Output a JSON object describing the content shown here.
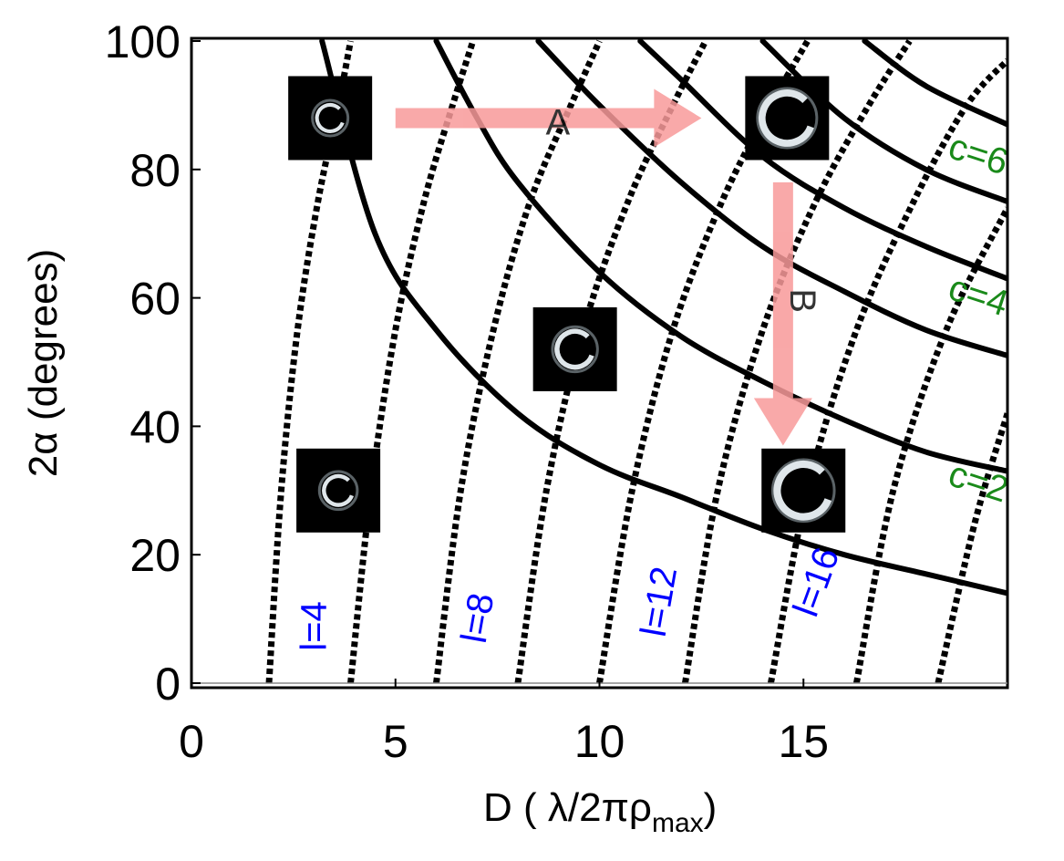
{
  "chart_data": {
    "type": "line",
    "xlabel": "D  ( λ/2πρ",
    "xlabel_sub": "max",
    "xlabel_close": ")",
    "ylabel": "2α (degrees)",
    "xlim": [
      0,
      20
    ],
    "ylim": [
      0,
      100
    ],
    "x_ticks": [
      0,
      5,
      10,
      15
    ],
    "y_ticks": [
      0,
      20,
      40,
      60,
      80,
      100
    ],
    "grid": false,
    "solid_series": [
      {
        "points": [
          [
            3.2,
            100
          ],
          [
            4.5,
            70
          ],
          [
            6,
            55
          ],
          [
            8,
            42
          ],
          [
            10,
            34
          ],
          [
            12,
            29
          ],
          [
            14,
            24
          ],
          [
            16,
            20
          ],
          [
            18,
            17
          ],
          [
            20,
            14
          ]
        ]
      },
      {
        "points": [
          [
            6,
            100
          ],
          [
            7,
            88
          ],
          [
            8,
            78
          ],
          [
            10,
            64
          ],
          [
            12,
            54
          ],
          [
            14,
            47
          ],
          [
            16,
            41
          ],
          [
            18,
            36
          ],
          [
            20,
            33
          ]
        ]
      },
      {
        "points": [
          [
            8.5,
            100
          ],
          [
            10,
            90
          ],
          [
            12,
            78
          ],
          [
            14,
            68
          ],
          [
            16,
            61
          ],
          [
            18,
            55
          ],
          [
            20,
            51
          ]
        ]
      },
      {
        "points": [
          [
            11,
            100
          ],
          [
            12,
            94
          ],
          [
            14,
            82
          ],
          [
            16,
            74
          ],
          [
            18,
            68
          ],
          [
            20,
            63
          ]
        ]
      },
      {
        "points": [
          [
            14,
            100
          ],
          [
            16,
            88
          ],
          [
            18,
            80
          ],
          [
            20,
            75
          ]
        ]
      },
      {
        "points": [
          [
            16.5,
            100
          ],
          [
            18,
            93
          ],
          [
            20,
            87
          ]
        ]
      }
    ],
    "dotted_series": [
      {
        "points": [
          [
            1.9,
            0
          ],
          [
            2.2,
            30
          ],
          [
            2.6,
            55
          ],
          [
            3.1,
            75
          ],
          [
            3.6,
            90
          ],
          [
            3.9,
            100
          ]
        ]
      },
      {
        "points": [
          [
            3.9,
            0
          ],
          [
            4.4,
            30
          ],
          [
            5.0,
            55
          ],
          [
            5.7,
            75
          ],
          [
            6.4,
            90
          ],
          [
            6.9,
            100
          ]
        ]
      },
      {
        "points": [
          [
            6.0,
            0
          ],
          [
            6.6,
            30
          ],
          [
            7.4,
            55
          ],
          [
            8.3,
            75
          ],
          [
            9.3,
            90
          ],
          [
            10.0,
            100
          ]
        ]
      },
      {
        "points": [
          [
            8.0,
            0
          ],
          [
            8.7,
            30
          ],
          [
            9.6,
            55
          ],
          [
            10.7,
            75
          ],
          [
            11.8,
            90
          ],
          [
            12.6,
            100
          ]
        ]
      },
      {
        "points": [
          [
            10.0,
            0
          ],
          [
            10.8,
            30
          ],
          [
            11.8,
            55
          ],
          [
            13.0,
            75
          ],
          [
            14.2,
            90
          ],
          [
            15.1,
            100
          ]
        ]
      },
      {
        "points": [
          [
            12.1,
            0
          ],
          [
            12.9,
            30
          ],
          [
            14.0,
            55
          ],
          [
            15.3,
            75
          ],
          [
            16.6,
            90
          ],
          [
            17.6,
            100
          ]
        ]
      },
      {
        "points": [
          [
            14.2,
            0
          ],
          [
            15.1,
            30
          ],
          [
            16.3,
            55
          ],
          [
            17.7,
            75
          ],
          [
            19.0,
            90
          ],
          [
            20,
            97
          ]
        ]
      },
      {
        "points": [
          [
            16.3,
            0
          ],
          [
            17.2,
            30
          ],
          [
            18.5,
            55
          ],
          [
            20,
            74
          ]
        ]
      },
      {
        "points": [
          [
            18.3,
            0
          ],
          [
            19.2,
            25
          ],
          [
            20,
            42
          ]
        ]
      }
    ],
    "l_labels": [
      {
        "text": "l=4",
        "x": 3.3,
        "y": 5,
        "rotation": -90
      },
      {
        "text": "l=8",
        "x": 7.2,
        "y": 6,
        "rotation": -80
      },
      {
        "text": "l=12",
        "x": 11.6,
        "y": 7,
        "rotation": -80
      },
      {
        "text": "l=16",
        "x": 15.3,
        "y": 10,
        "rotation": -70
      }
    ],
    "c_labels": [
      {
        "text": "c=2",
        "x": 18.5,
        "y": 31,
        "rotation": 18
      },
      {
        "text": "c=4",
        "x": 18.5,
        "y": 60,
        "rotation": 18
      },
      {
        "text": "c=6",
        "x": 18.5,
        "y": 82,
        "rotation": 18
      }
    ],
    "arrows": [
      {
        "label": "A",
        "from": [
          5,
          88
        ],
        "to": [
          12.5,
          88
        ]
      },
      {
        "label": "B",
        "from": [
          14.5,
          78
        ],
        "to": [
          14.5,
          37
        ]
      }
    ],
    "insets": [
      {
        "x": 3.4,
        "y": 88,
        "ring": 0.25
      },
      {
        "x": 3.6,
        "y": 30,
        "ring": 0.3
      },
      {
        "x": 9.4,
        "y": 52,
        "ring": 0.45
      },
      {
        "x": 14.6,
        "y": 88,
        "ring": 0.75
      },
      {
        "x": 15.0,
        "y": 30,
        "ring": 0.8
      }
    ],
    "colors": {
      "solid": "#000000",
      "dotted": "#000000",
      "l_label": "#0000ff",
      "c_label": "#1a8a1a",
      "arrow": "#f89a9a",
      "inset_bg": "#000000",
      "ring": "#dfe6ea"
    }
  }
}
